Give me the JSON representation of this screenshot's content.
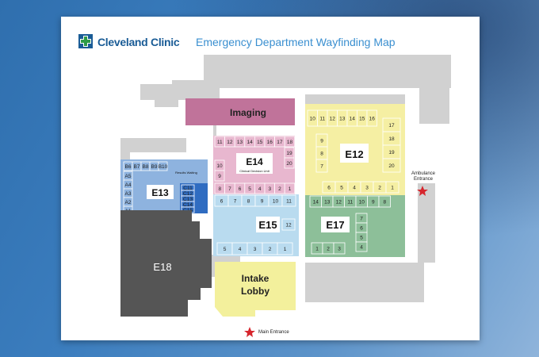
{
  "header": {
    "brand": "Cleveland Clinic",
    "title": "Emergency Department Wayfinding Map"
  },
  "colors": {
    "imaging": "#c0739a",
    "e14": "#e8b7cf",
    "e12": "#f5efa3",
    "e13": "#8eb3df",
    "e13_dark": "#2f6cc1",
    "e15": "#b9dbef",
    "e17": "#8dbf99",
    "e18": "#555555",
    "intake": "#f3f09c",
    "structure": "#d1d1d1",
    "entrance_star": "#d6262d"
  },
  "areas": {
    "imaging": "Imaging",
    "e14": "E14",
    "e14_sub": "Clinical Decision Unit",
    "e12": "E12",
    "e13": "E13",
    "e15": "E15",
    "e17": "E17",
    "e18": "E18",
    "intake_line1": "Intake",
    "intake_line2": "Lobby",
    "results": "Results Waiting"
  },
  "entrances": {
    "ambulance_line1": "Ambulance",
    "ambulance_line2": "Entrance",
    "main": "Main Entrance"
  },
  "rooms": {
    "e14_top": [
      "11",
      "12",
      "13",
      "14",
      "15",
      "16",
      "17",
      "18"
    ],
    "e14_right": [
      "19",
      "20"
    ],
    "e14_left": [
      "10",
      "9"
    ],
    "e14_bottom": [
      "8",
      "7",
      "6",
      "5",
      "4",
      "3",
      "2",
      "1"
    ],
    "e12_top": [
      "10",
      "11",
      "12",
      "13",
      "14",
      "15",
      "16"
    ],
    "e12_right": [
      "17",
      "18",
      "19",
      "20"
    ],
    "e12_left": [
      "9",
      "8",
      "7"
    ],
    "e12_bottom": [
      "6",
      "5",
      "4",
      "3",
      "2",
      "1"
    ],
    "e15_top": [
      "6",
      "7",
      "8",
      "9",
      "10",
      "11"
    ],
    "e15_right": [
      "12"
    ],
    "e15_bottom": [
      "5",
      "4",
      "3",
      "2",
      "1"
    ],
    "e17_top": [
      "14",
      "13",
      "12",
      "11",
      "10",
      "9",
      "8"
    ],
    "e17_right": [
      "7",
      "6",
      "5",
      "4"
    ],
    "e17_bottom": [
      "1",
      "2",
      "3"
    ],
    "e13_b": [
      "B6",
      "B7",
      "B8",
      "B9",
      "B10"
    ],
    "e13_a": [
      "A5",
      "A4",
      "A3",
      "A2",
      "A1"
    ],
    "e13_c": [
      "C11",
      "C12",
      "C13",
      "C14",
      "C15"
    ]
  }
}
